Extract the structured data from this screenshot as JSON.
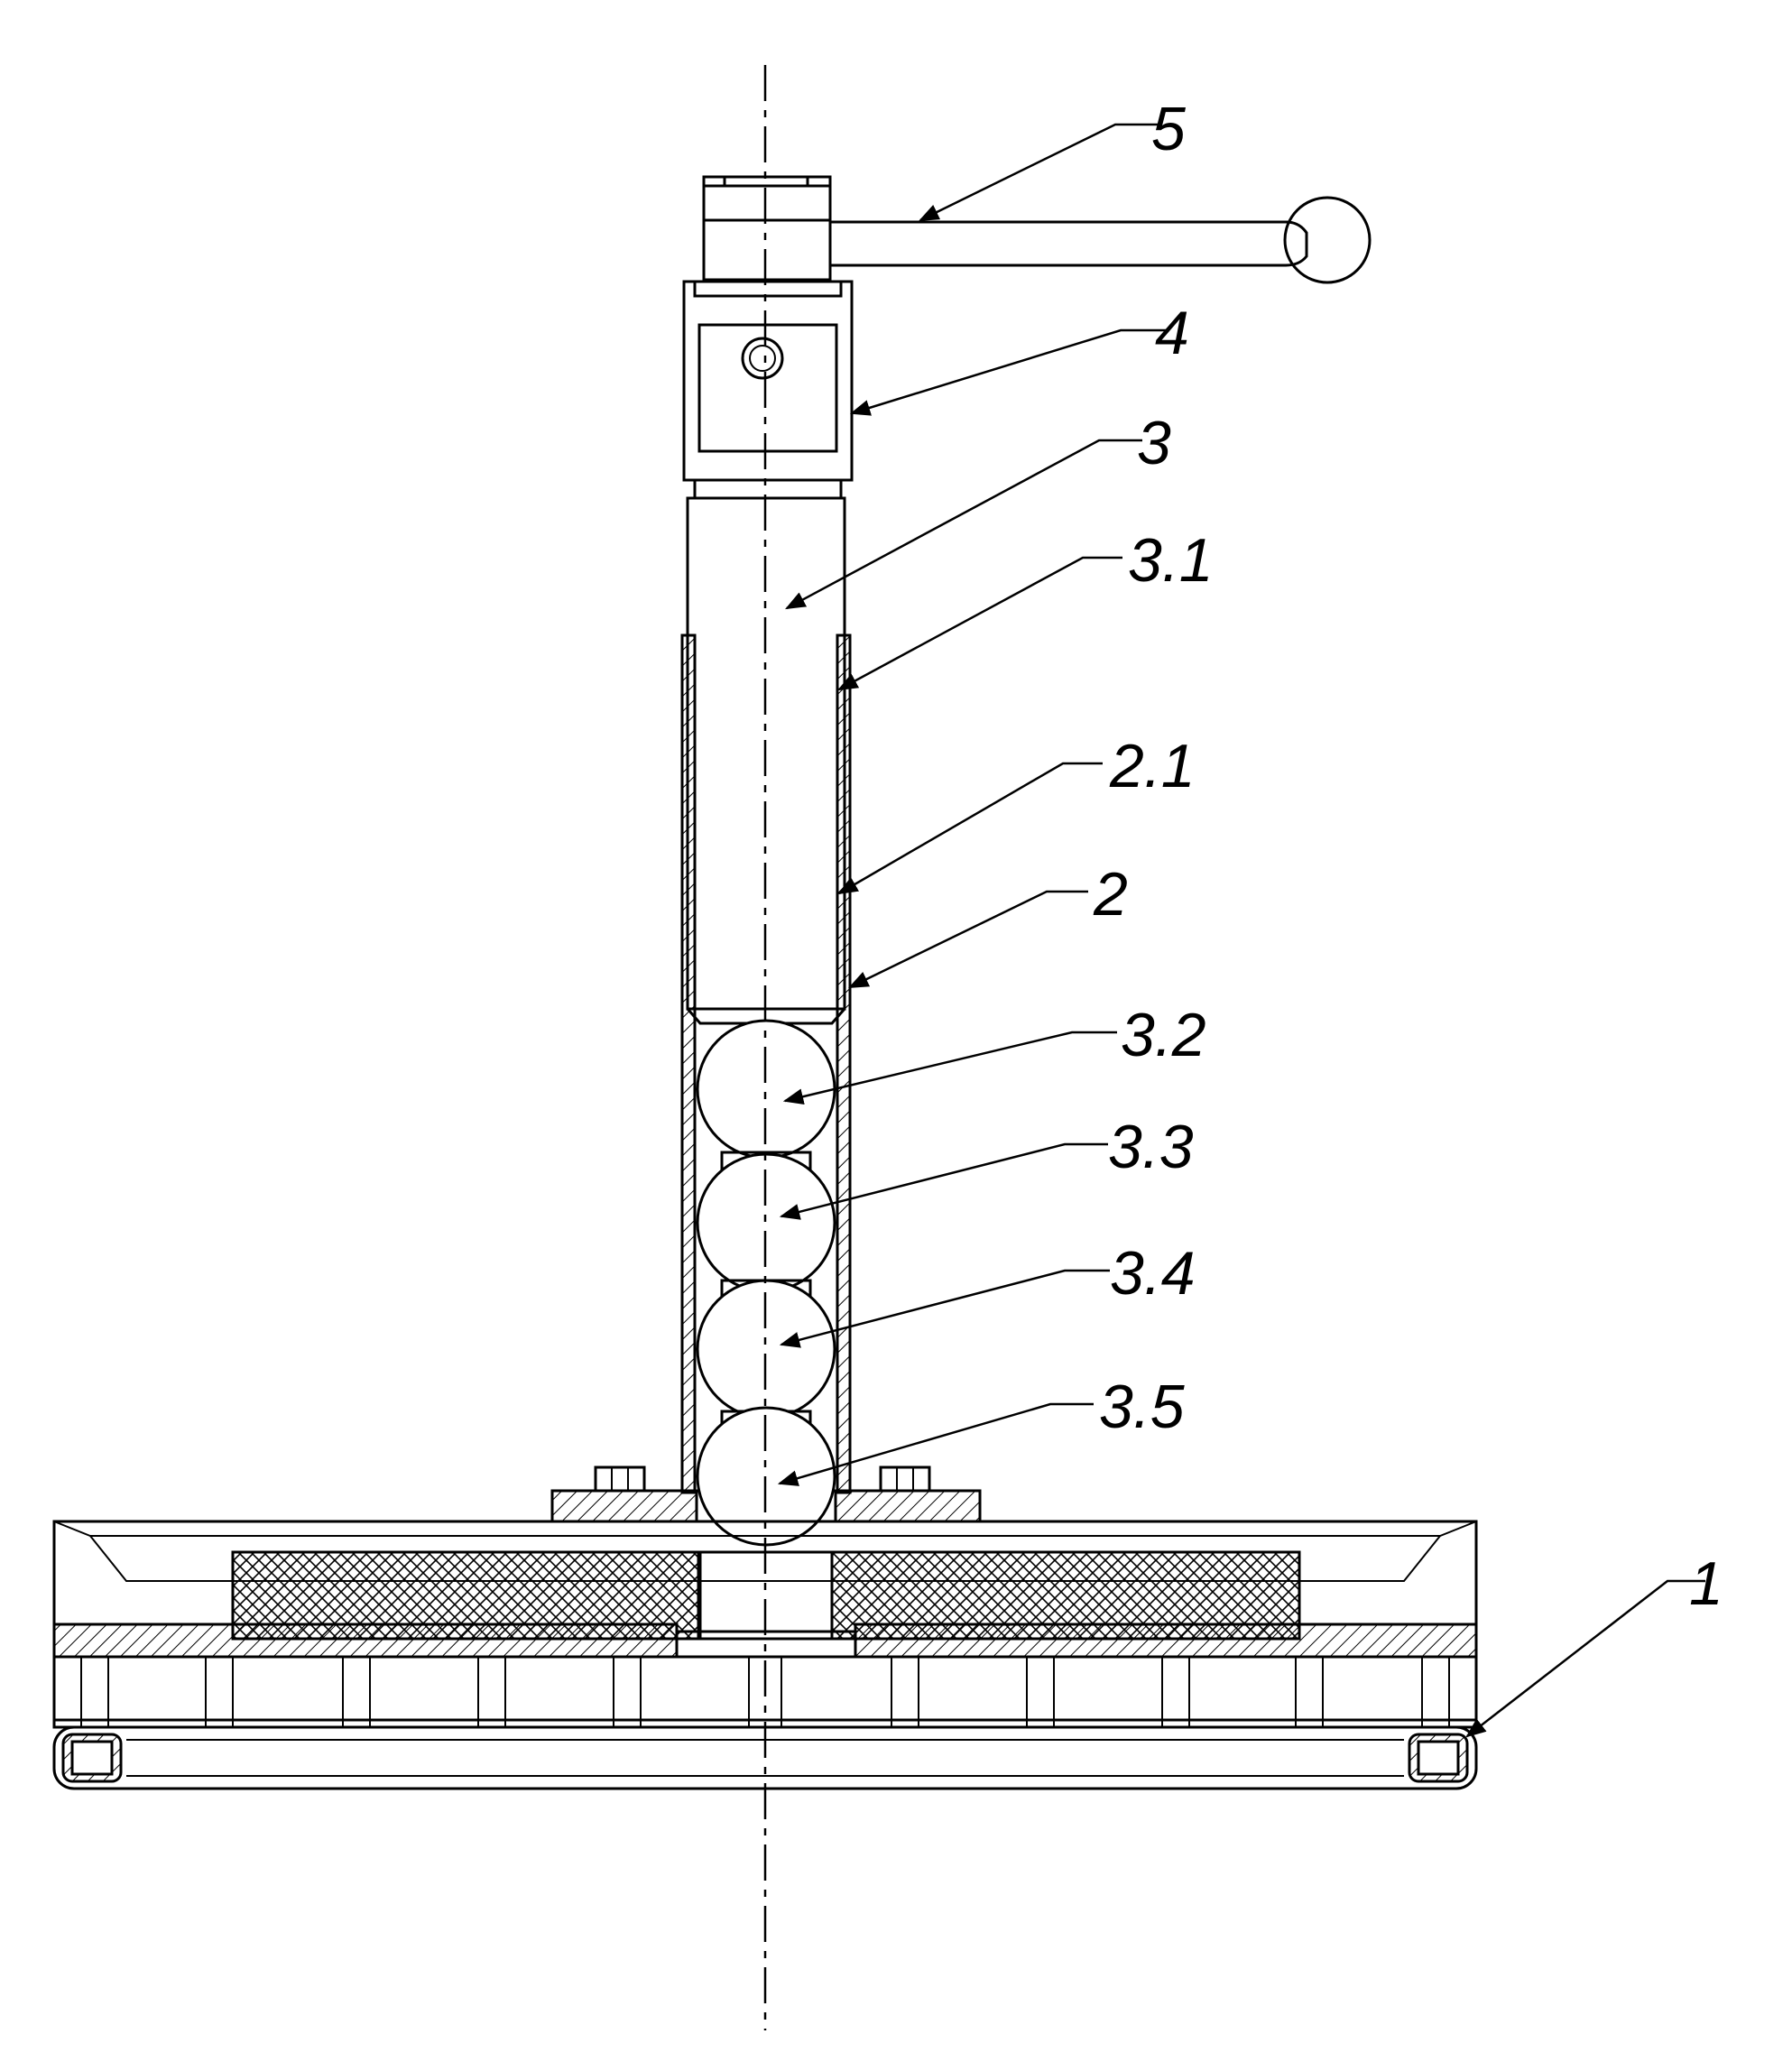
{
  "drawing": {
    "callouts": [
      {
        "id": "c5",
        "text": "5"
      },
      {
        "id": "c4",
        "text": "4"
      },
      {
        "id": "c3",
        "text": "3"
      },
      {
        "id": "c31",
        "text": "3.1"
      },
      {
        "id": "c21",
        "text": "2.1"
      },
      {
        "id": "c2",
        "text": "2"
      },
      {
        "id": "c32",
        "text": "3.2"
      },
      {
        "id": "c33",
        "text": "3.3"
      },
      {
        "id": "c34",
        "text": "3.4"
      },
      {
        "id": "c35",
        "text": "3.5"
      },
      {
        "id": "c1",
        "text": "1"
      }
    ]
  }
}
